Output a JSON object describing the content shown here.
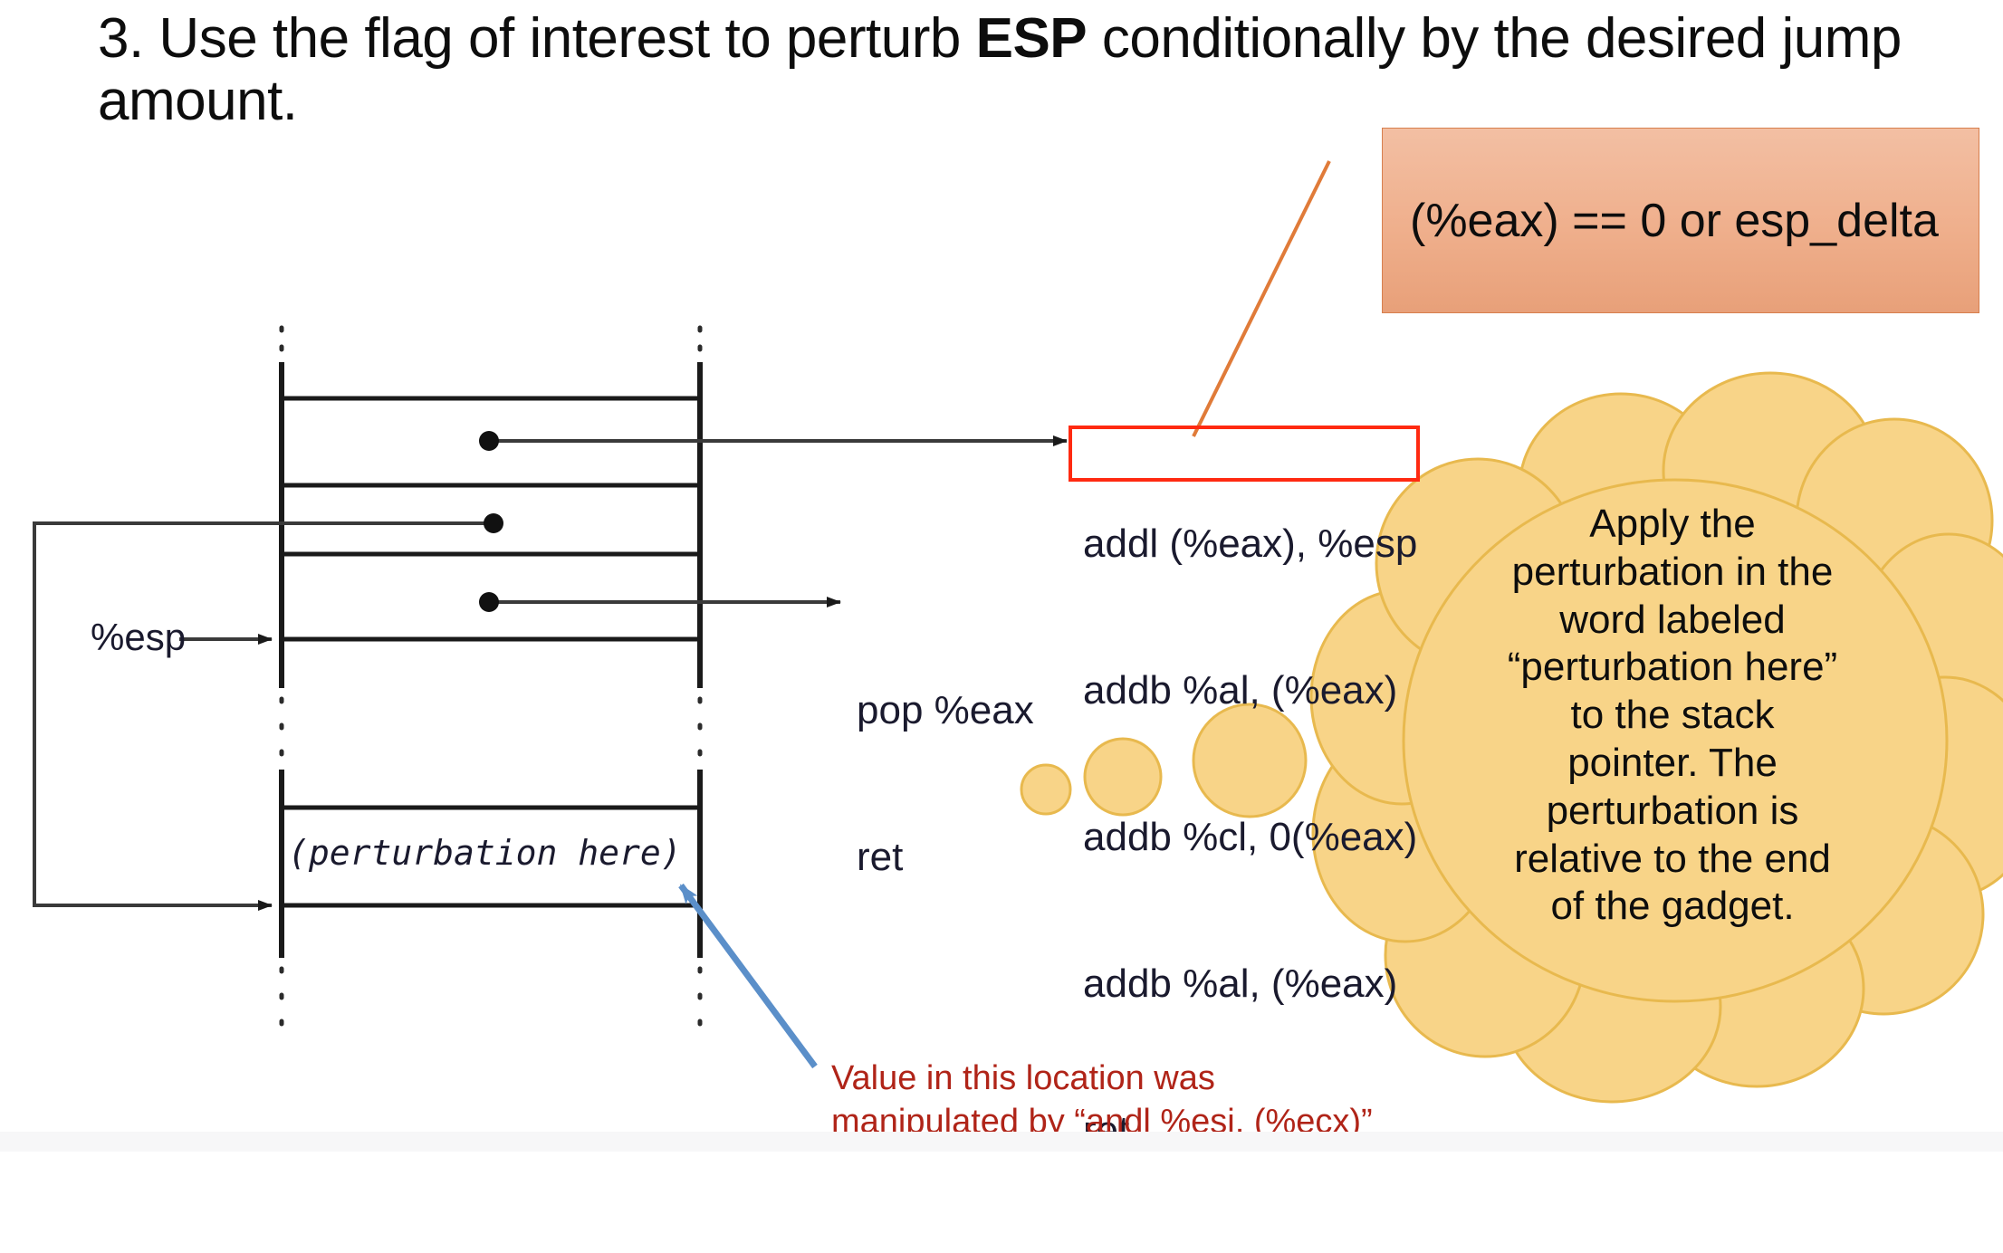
{
  "slide": {
    "title_prefix": "3. Use the flag of interest to perturb ",
    "title_bold": "ESP",
    "title_suffix": " conditionally by the desired jump amount."
  },
  "condition_box": {
    "text": "(%eax) == 0 or esp_delta",
    "fill_top": "#F3BFA3",
    "fill_bottom": "#E8A079",
    "border": "#D77F4E"
  },
  "code_block": {
    "lines": [
      "addl (%eax), %esp",
      "addb %al, (%eax)",
      "addb %cl, 0(%eax)",
      "addb %al, (%eax)",
      "ret"
    ],
    "highlight_color": "#FF2A11",
    "highlighted_line": "addl (%eax), %esp"
  },
  "gadget_block": {
    "lines": [
      "pop %eax",
      "ret"
    ]
  },
  "stack": {
    "esp_label": "%esp",
    "perturbation_cell": "(perturbation here)"
  },
  "red_caption": {
    "text": "Value in this location was\nmanipulated by “andl %esi, (%ecx)”",
    "color": "#B02418"
  },
  "cloud_callout": {
    "text": "Apply the\nperturbation in the\nword labeled\n“perturbation here”\nto the stack\npointer. The\nperturbation is\nrelative to the end\nof the gadget.",
    "fill": "#F8D488",
    "stroke": "#E8B94E"
  },
  "connectors": {
    "leader_line_color": "#E07B39",
    "blue_arrow_color": "#5B8FC9",
    "black_line_color": "#3a3a3a"
  }
}
